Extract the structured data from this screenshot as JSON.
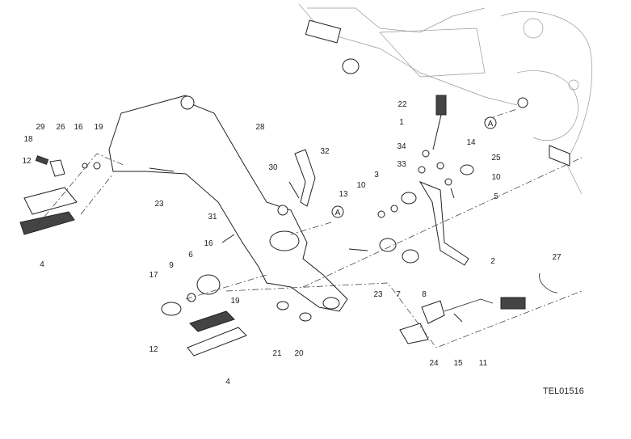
{
  "diagram": {
    "code": "TEL01516",
    "callouts": [
      "29",
      "26",
      "16",
      "19",
      "18",
      "12",
      "4",
      "28",
      "32",
      "30",
      "23",
      "31",
      "16",
      "6",
      "9",
      "17",
      "19",
      "12",
      "21",
      "20",
      "4",
      "22",
      "1",
      "34",
      "33",
      "14",
      "25",
      "10",
      "5",
      "3",
      "10",
      "13",
      "2",
      "23",
      "7",
      "8",
      "27",
      "24",
      "15",
      "11"
    ],
    "reference_marks": [
      "A",
      "A"
    ]
  }
}
